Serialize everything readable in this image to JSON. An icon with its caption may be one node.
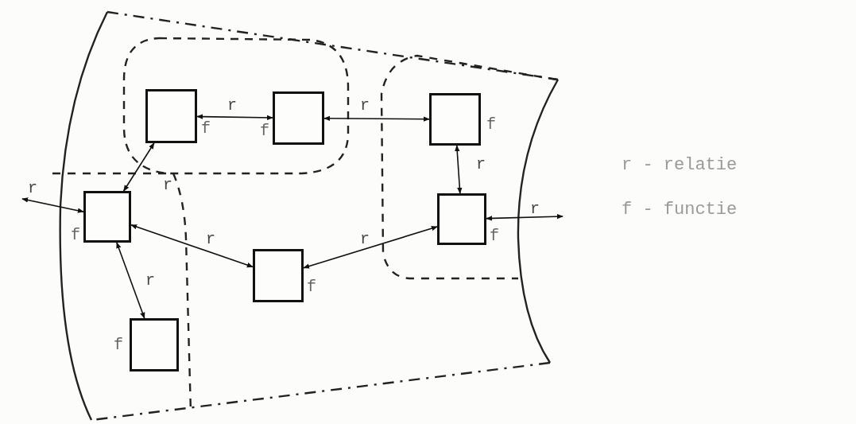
{
  "diagram": {
    "nodes": [
      {
        "text": [],
        "shape": "box"
      },
      {
        "text": [],
        "shape": "box",
        "in": 0
      },
      {
        "text": [],
        "shape": "box",
        "in": 1,
        "beside": [
          "f"
        ]
      },
      {
        "text": [],
        "shape": "box",
        "in": 1,
        "beside": [
          "f"
        ]
      },
      {
        "text": [],
        "shape": "box",
        "in": 0
      },
      {
        "text": [],
        "shape": "box",
        "in": 4,
        "beside": [
          "f"
        ]
      },
      {
        "text": [],
        "shape": "box",
        "in": 4,
        "beside": [
          "f"
        ]
      },
      {
        "text": [],
        "shape": "box",
        "in": 0
      },
      {
        "text": [],
        "shape": "box",
        "in": 7,
        "beside": [
          "f"
        ]
      },
      {
        "text": [],
        "shape": "box",
        "in": 7,
        "beside": [
          "f"
        ]
      },
      {
        "text": [],
        "shape": "box",
        "in": 0,
        "beside": [
          "f"
        ]
      }
    ],
    "edges": [
      {
        "from": 2,
        "to": 3,
        "arrow": "both",
        "label": "r"
      },
      {
        "from": 3,
        "to": 5,
        "arrow": "both",
        "label": "r"
      },
      {
        "from": 2,
        "to": 8,
        "arrow": "both",
        "label": "r"
      },
      {
        "from": 5,
        "to": 6,
        "arrow": "both",
        "label": "r"
      },
      {
        "from": 8,
        "to": 10,
        "arrow": "both",
        "label": "r"
      },
      {
        "from": 10,
        "to": 6,
        "arrow": "both",
        "label": "r"
      },
      {
        "from": 8,
        "to": 9,
        "arrow": "both",
        "label": "r"
      },
      {
        "from": null,
        "to": 8,
        "arrow": "both",
        "label": "r"
      },
      {
        "from": 6,
        "to": null,
        "arrow": "both",
        "label": "r"
      }
    ],
    "labels": [
      "r - relatie",
      "f - functie"
    ]
  }
}
